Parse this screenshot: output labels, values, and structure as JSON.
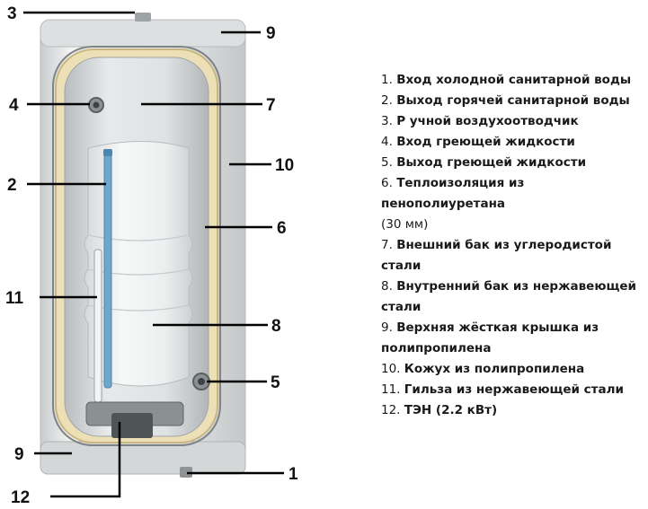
{
  "callouts": {
    "n1": "1",
    "n2": "2",
    "n3": "3",
    "n4": "4",
    "n5": "5",
    "n6": "6",
    "n7": "7",
    "n8": "8",
    "n9_top": "9",
    "n9_bottom": "9",
    "n10": "10",
    "n11": "11",
    "n12": "12"
  },
  "legend": [
    {
      "num": "1.",
      "text": "Вход холодной санитарной воды"
    },
    {
      "num": "2.",
      "text": "Выход горячей санитарной воды"
    },
    {
      "num": "3.",
      "text": "Р учной воздухоотводчик"
    },
    {
      "num": "4.",
      "text": "Вход греющей жидкости"
    },
    {
      "num": "5.",
      "text": "Выход греющей жидкости"
    },
    {
      "num": "6.",
      "text": "Теплоизоляция из пенополиуретана",
      "extra": "(30 мм)"
    },
    {
      "num": "7.",
      "text": "Внешний бак из углеродистой стали"
    },
    {
      "num": "8.",
      "text": "Внутренний бак из нержавеющей стали"
    },
    {
      "num": "9.",
      "text": "Верхняя жёсткая крышка из полипропилена"
    },
    {
      "num": "10.",
      "text": "Кожух из полипропилена"
    },
    {
      "num": "11.",
      "text": "Гильза из нержавеющей стали"
    },
    {
      "num": "12.",
      "text": "ТЭН (2.2 кВт)"
    }
  ],
  "colors": {
    "casing": "#e6e8e9",
    "insulation": "#ede0b6",
    "outer_tank": "#cfd2d4",
    "inner_tank": "#eef0f1",
    "anode": "#6fa6cc",
    "leader": "#000000"
  }
}
